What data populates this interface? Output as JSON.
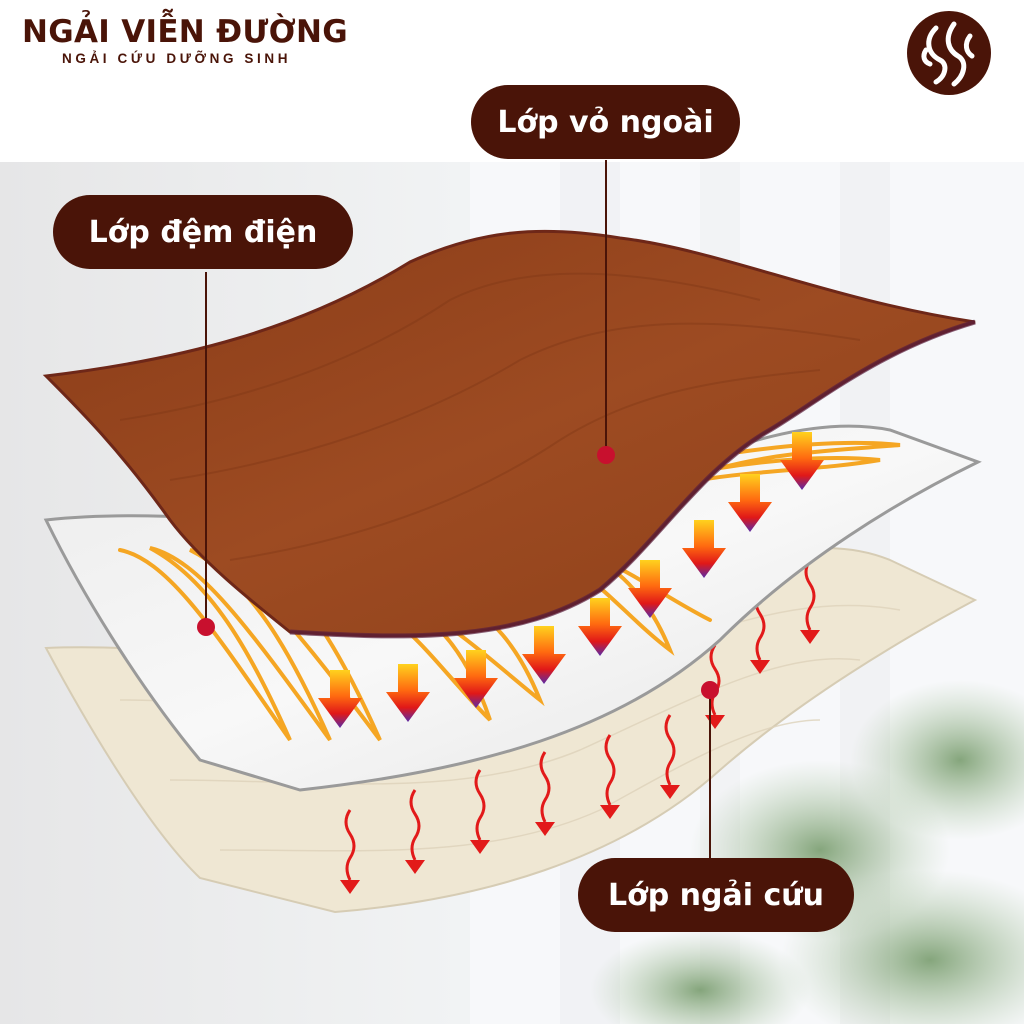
{
  "brand": {
    "name": "NGẢI VIỄN ĐƯỜNG",
    "tagline": "NGẢI CỨU DƯỠNG SINH",
    "logo_icon": "swirl-flame-logo-icon"
  },
  "colors": {
    "brand_dark": "#4a1408",
    "callout_bg": "#4a1408",
    "marker_red": "#c8102e",
    "fabric_orange_brown": "#96461e",
    "heating_wire": "#f5a623",
    "heat_arrow_red": "#e21a1a",
    "mugwort_cream": "#efe7d3"
  },
  "callouts": {
    "outer_shell": "Lớp vỏ ngoài",
    "heating_pad": "Lớp đệm điện",
    "mugwort_layer": "Lớp ngải cứu"
  }
}
